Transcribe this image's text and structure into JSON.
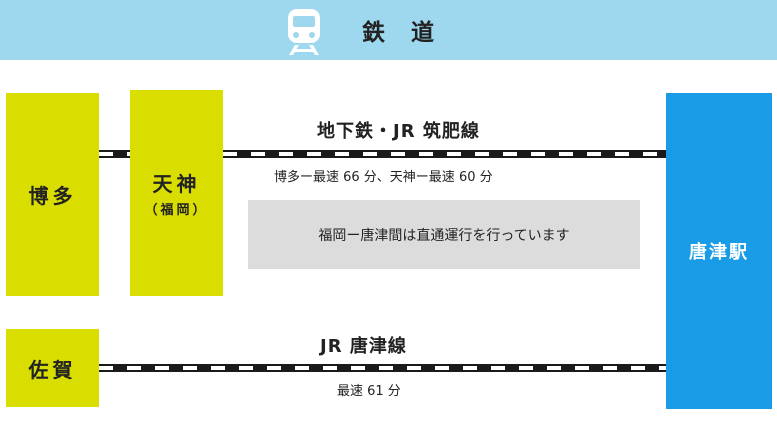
{
  "header": {
    "title": "鉄 道",
    "icon": "train-icon",
    "background_color": "#9dd8ee"
  },
  "stations": {
    "hakata": "博多",
    "tenjin": "天神",
    "tenjin_sub": "（福岡）",
    "saga": "佐賀",
    "karatsu": "唐津駅"
  },
  "lines": {
    "chikuhi": {
      "name": "地下鉄・JR 筑肥線",
      "time": "博多ー最速 66 分、天神ー最速 60 分"
    },
    "karatsu": {
      "name": "JR 唐津線",
      "time": "最速 61 分"
    }
  },
  "note": "福岡ー唐津間は直通運行を行っています",
  "colors": {
    "station_fill": "#d9de00",
    "destination_fill": "#1a9be6",
    "note_fill": "#dcdcdc",
    "rail": "#1a1a1a"
  }
}
